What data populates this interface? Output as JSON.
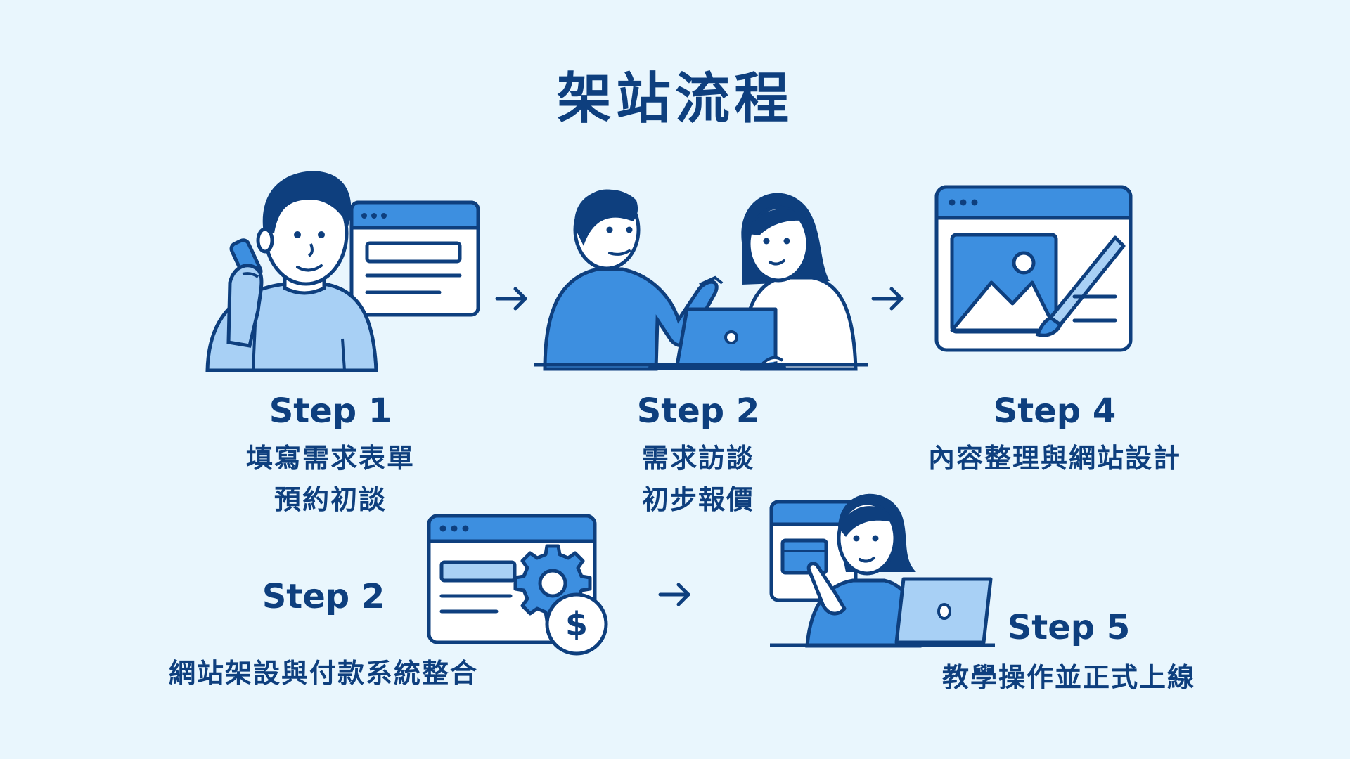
{
  "title": "架站流程",
  "colors": {
    "background": "#e9f6fd",
    "primary_blue": "#3d8fe0",
    "light_blue": "#a8d0f5",
    "navy": "#0e3f7e"
  },
  "steps": [
    {
      "label": "Step 1",
      "lines": [
        "填寫需求表單",
        "預約初談"
      ],
      "icon": "phone-call-form-illustration"
    },
    {
      "label": "Step 2",
      "lines": [
        "需求訪談",
        "初步報價"
      ],
      "icon": "meeting-laptop-illustration"
    },
    {
      "label": "Step 4",
      "lines": [
        "內容整理與網站設計"
      ],
      "icon": "image-design-brush-illustration"
    },
    {
      "label": "Step 2",
      "lines": [
        "網站架設與付款系統整合"
      ],
      "icon": "settings-payment-illustration"
    },
    {
      "label": "Step 5",
      "lines": [
        "教學操作並正式上線"
      ],
      "icon": "training-launch-illustration"
    }
  ]
}
